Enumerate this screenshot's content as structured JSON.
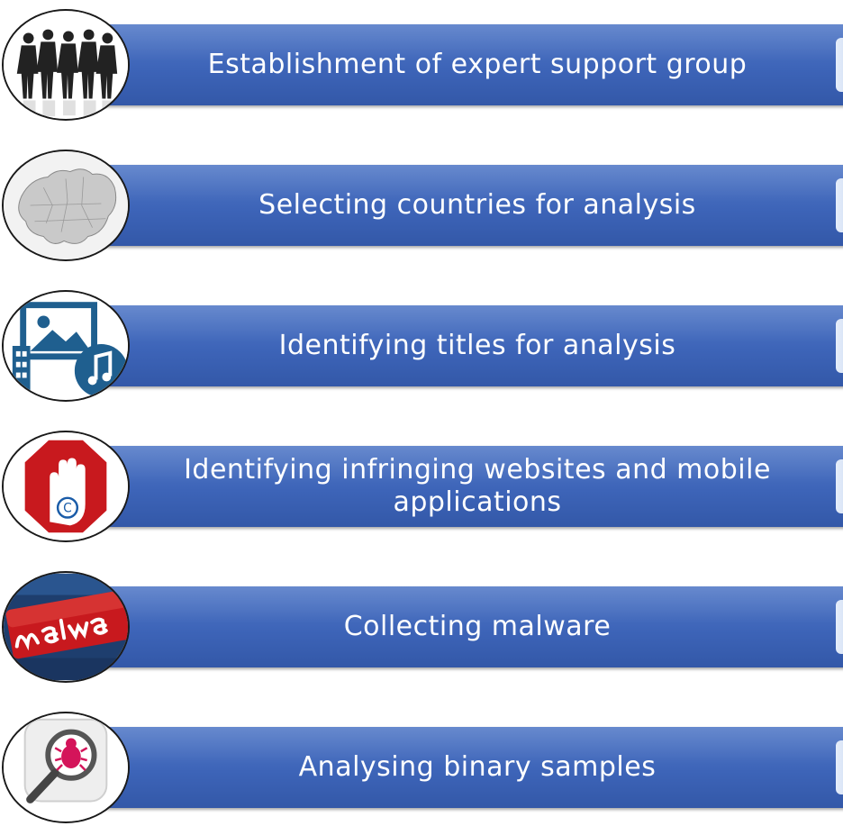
{
  "steps": [
    {
      "label": "Establishment of expert support group",
      "icon": "business-people-icon"
    },
    {
      "label": "Selecting countries for analysis",
      "icon": "europe-map-icon"
    },
    {
      "label": "Identifying titles for analysis",
      "icon": "media-titles-icon"
    },
    {
      "label": "Identifying infringing websites and mobile applications",
      "icon": "copyright-stop-hand-icon"
    },
    {
      "label": "Collecting malware",
      "icon": "malware-key-icon"
    },
    {
      "label": "Analysing binary samples",
      "icon": "bug-magnifier-icon"
    }
  ],
  "colors": {
    "bar": "#3d64b8",
    "bar_text": "#ffffff",
    "stop_red": "#c8191e"
  }
}
